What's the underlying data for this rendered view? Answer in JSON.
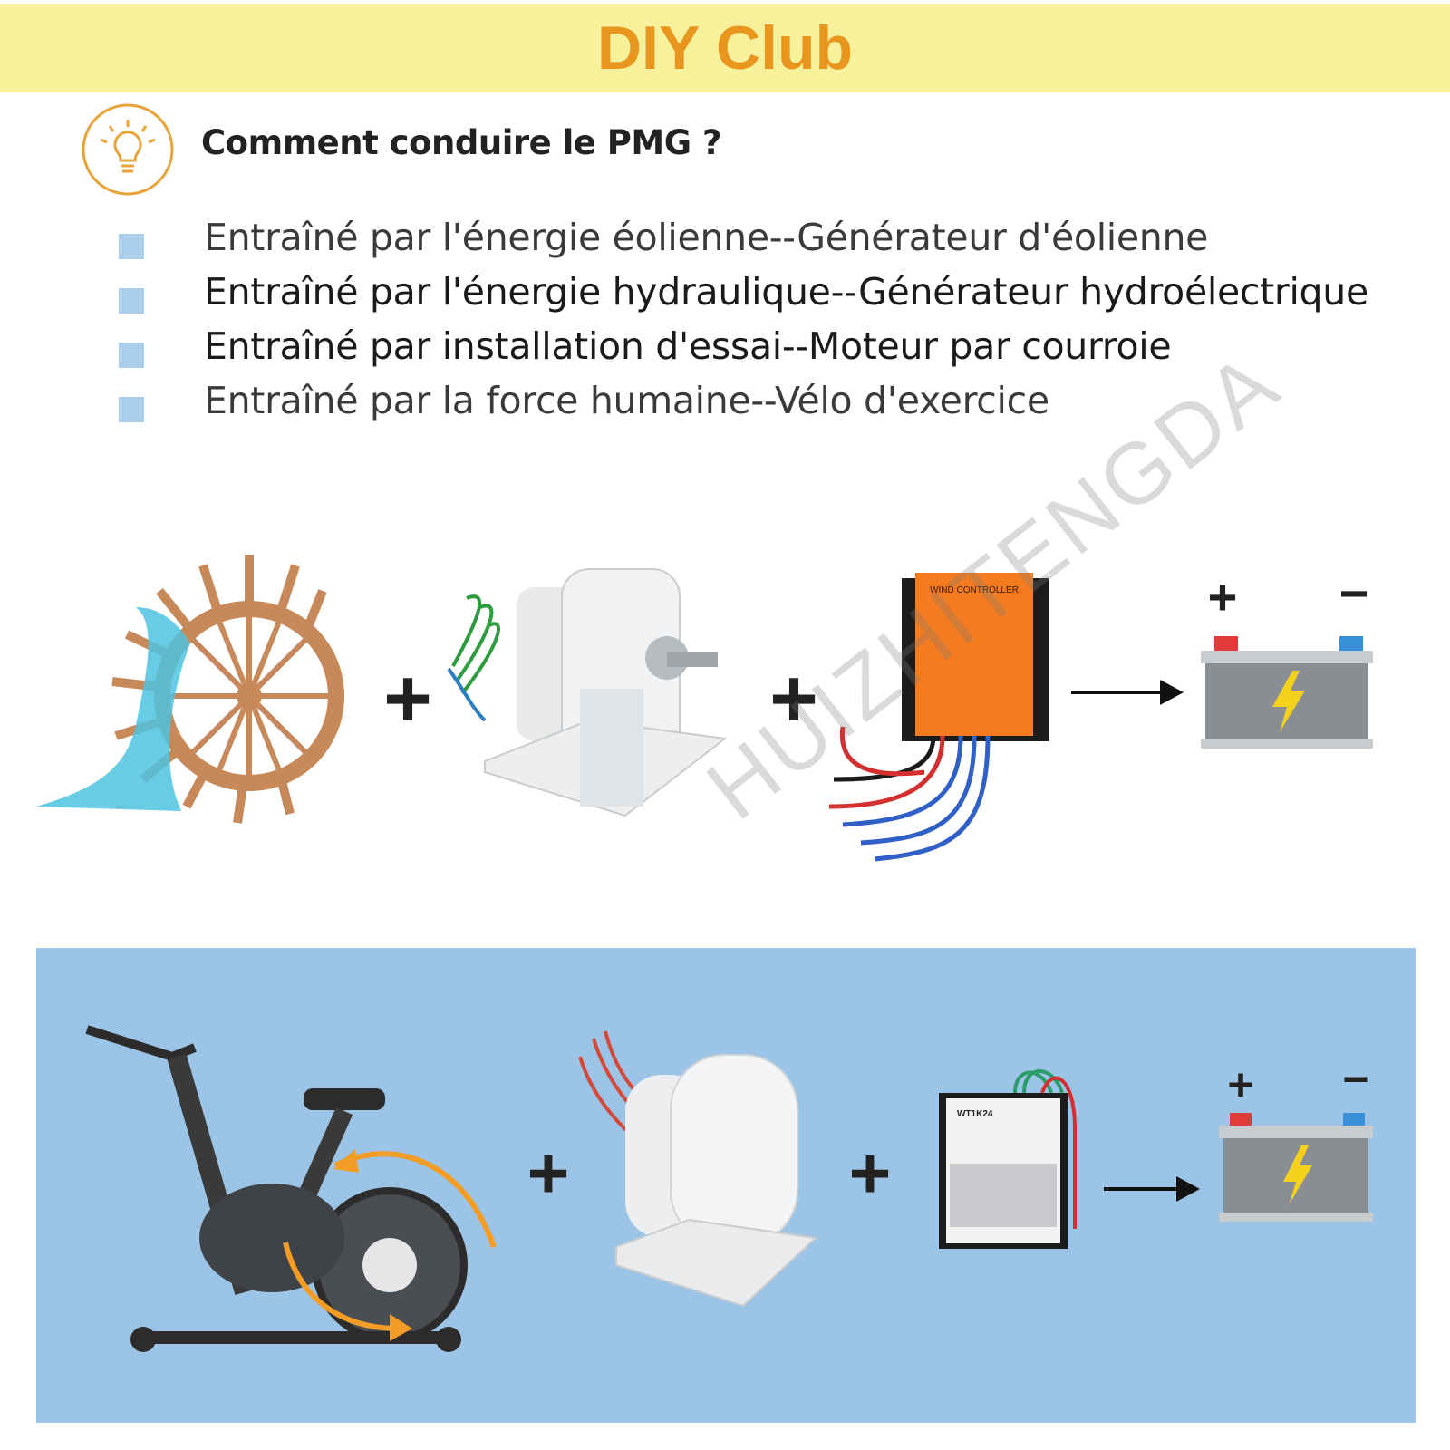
{
  "header": {
    "title": "DIY Club"
  },
  "colors": {
    "banner_bg": "#f7f19b",
    "title_color": "#e8961e",
    "bullet_color": "#a9cdea",
    "panel_bg": "#9cc4e6",
    "controller_orange": "#f47b20",
    "wheel_brown": "#c8895a",
    "water_blue": "#4fc3e0",
    "battery_gray": "#8a8e92",
    "battery_bolt": "#f4d21c"
  },
  "question": {
    "icon": "lightbulb-icon",
    "text": "Comment conduire le PMG ?"
  },
  "bullets": [
    "Entraîné par l'énergie éolienne--Générateur d'éolienne",
    "Entraîné par l'énergie hydraulique--Générateur hydroélectrique",
    "Entraîné par installation d'essai--Moteur par courroie",
    "Entraîné par la force humaine--Vélo d'exercice"
  ],
  "diagram_top": {
    "icons": [
      "water-wheel-icon",
      "generator-icon",
      "wind-controller-icon",
      "battery-icon"
    ],
    "plus": "+",
    "battery_pos": "+",
    "battery_neg": "−",
    "controller_label": "WIND CONTROLLER"
  },
  "diagram_bottom": {
    "icons": [
      "exercise-bike-icon",
      "generator-icon",
      "controller-box-icon",
      "battery-icon"
    ],
    "plus": "+",
    "battery_pos": "+",
    "battery_neg": "−",
    "controller_label": "WT1K24"
  },
  "watermark": "HUIZHITENGDA"
}
